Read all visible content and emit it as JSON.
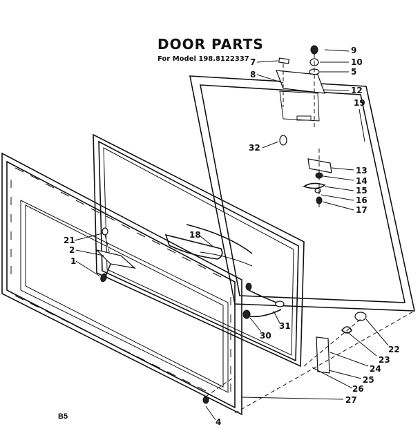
{
  "header": {
    "title": "DOOR PARTS",
    "model_line": "For Model 198.8122337"
  },
  "footer": {
    "page_code": "B5"
  },
  "callouts": {
    "c1": "1",
    "c2": "2",
    "c4": "4",
    "c5": "5",
    "c7": "7",
    "c8": "8",
    "c9": "9",
    "c10": "10",
    "c12": "12",
    "c13": "13",
    "c14": "14",
    "c15": "15",
    "c16": "16",
    "c17": "17",
    "c18": "18",
    "c19": "19",
    "c21": "21",
    "c22": "22",
    "c23": "23",
    "c24": "24",
    "c25": "25",
    "c26": "26",
    "c27": "27",
    "c30": "30",
    "c31": "31",
    "c32": "32"
  }
}
